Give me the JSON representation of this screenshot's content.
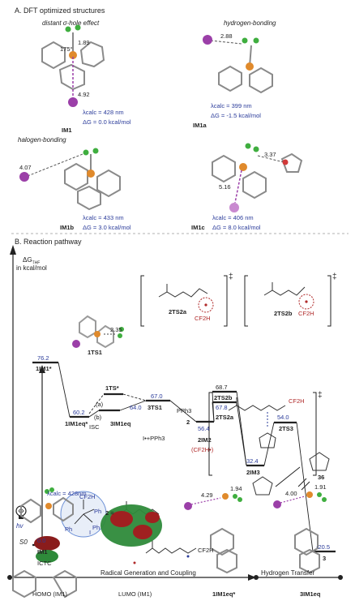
{
  "sectionA": {
    "title": "A. DFT optimized structures",
    "im1": {
      "caption": "distant σ-hole effect",
      "angle": "175°",
      "d1": "1.89",
      "d2": "4.92",
      "lambda": "λcalc = 428 nm",
      "dg": "ΔG = 0.0 kcal/mol",
      "label": "IM1"
    },
    "im1a": {
      "caption": "hydrogen-bonding",
      "d1": "2.88",
      "lambda": "λcalc = 399 nm",
      "dg": "ΔG = -1.5 kcal/mol",
      "label": "IM1a"
    },
    "im1b": {
      "caption": "halogen-bonding",
      "d1": "4.07",
      "lambda": "λcalc = 433 nm",
      "dg": "ΔG = 3.0 kcal/mol",
      "label": "IM1b"
    },
    "im1c": {
      "d1": "3.37",
      "d2": "5.16",
      "lambda": "λcalc = 406 nm",
      "dg": "ΔG = 8.0 kcal/mol",
      "label": "IM1c"
    }
  },
  "sectionB": {
    "title": "B. Reaction pathway",
    "yaxis_top": "ΔG",
    "yaxis_sub": "THF",
    "yaxis_unit": "in kcal/mol",
    "ts1_struct": {
      "label": "1TS1",
      "d": "2.35"
    },
    "ts2a_struct": {
      "label": "2TS2a",
      "group": "CF2H",
      "dagger": "‡"
    },
    "ts2b_struct": {
      "label": "2TS2b",
      "group": "CF2H",
      "dagger": "‡"
    },
    "ts3_struct": {
      "group": "CF2H",
      "dagger": "‡"
    },
    "levels": {
      "im1star": {
        "value": "76.2",
        "label": "1IM1*"
      },
      "im1eqstar": {
        "value": "60.2",
        "label": "1IM1eq*"
      },
      "ts_star": {
        "value": "",
        "label": "1TS*"
      },
      "im1eq3": {
        "value": "64.0",
        "label": "3IM1eq"
      },
      "ts1": {
        "value": "67.0",
        "label": "3TS1"
      },
      "im2": {
        "value": "56.4",
        "label": "2IM2",
        "sub": "(CF2H•)"
      },
      "ts2b": {
        "value": "68.7",
        "label": "2TS2b"
      },
      "ts2a": {
        "value": "67.8",
        "label": "2TS2a"
      },
      "im3": {
        "value": "32.4",
        "label": "2IM3"
      },
      "ts3": {
        "value": "54.0",
        "label": "2TS3"
      },
      "im1": {
        "value": "0.0",
        "label": "IM1"
      },
      "p3": {
        "value": "-20.5",
        "label": "3"
      }
    },
    "annot": {
      "path_a": "(a)",
      "path_b": "(b)",
      "isc": "ISC",
      "pph3": "PPh3",
      "two": "2",
      "ipph3": "I•+PPh3",
      "hv": "hv",
      "lambda": "λcalc = 428nm",
      "s0": "S0",
      "ictc": "ICTC",
      "num36": "36",
      "two_eq": "2 =",
      "cf2h": "CF2H",
      "ph": "Ph",
      "iodide": "I"
    },
    "axis_left": "Radical Generation and Coupling",
    "axis_right": "Hydrogen Transfer"
  },
  "bottom": {
    "homo": "HOMO (IM1)",
    "lumo": "LUMO (IM1)",
    "im1eqstar": {
      "label": "1IM1eq*",
      "d1": "4.29",
      "d2": "1.94"
    },
    "im1eq3": {
      "label": "3IM1eq",
      "d1": "4.00",
      "d2": "1.91"
    }
  },
  "colors": {
    "energy_blue": "#2a3b9a",
    "iodine": "#9b3fa8",
    "phosphorus": "#e08a2c",
    "fluorine": "#3fae3f",
    "radical_red": "#b02a2a"
  }
}
